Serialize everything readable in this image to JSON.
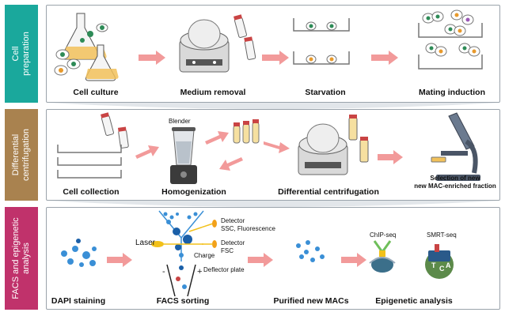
{
  "panel1": {
    "tab": "Cell\npreparation",
    "color": "#1aa89c",
    "labels": [
      "Cell culture",
      "Medium removal",
      "Starvation",
      "Mating induction"
    ]
  },
  "panel2": {
    "tab": "Differential\ncentrifugation",
    "color": "#a9824f",
    "labels": [
      "Cell collection",
      "Homogenization",
      "Differential centrifugation",
      "Selection of new\nnew MAC-enriched fraction"
    ],
    "blender": "Blender"
  },
  "panel3": {
    "tab": "FACS and epigenetic\nanalysis",
    "color": "#c0326b",
    "labels": [
      "DAPI staining",
      "FACS sorting",
      "Purified new MACs",
      "Epigenetic analysis"
    ],
    "facs": {
      "laser": "Laser",
      "detector1": "Detector\nSSC, Fluorescence",
      "detector2": "Detector\nFSC",
      "charge": "Charge",
      "deflector": "Deflector plate"
    },
    "chip": "ChIP-seq",
    "smrt": "SMRT-seq"
  },
  "colors": {
    "arrow": "#f29a9a",
    "cell_green": "#2e8b57",
    "cell_orange": "#e89a2c",
    "blue_dot": "#3a8fd6",
    "dark_blue": "#1a5fa8"
  }
}
